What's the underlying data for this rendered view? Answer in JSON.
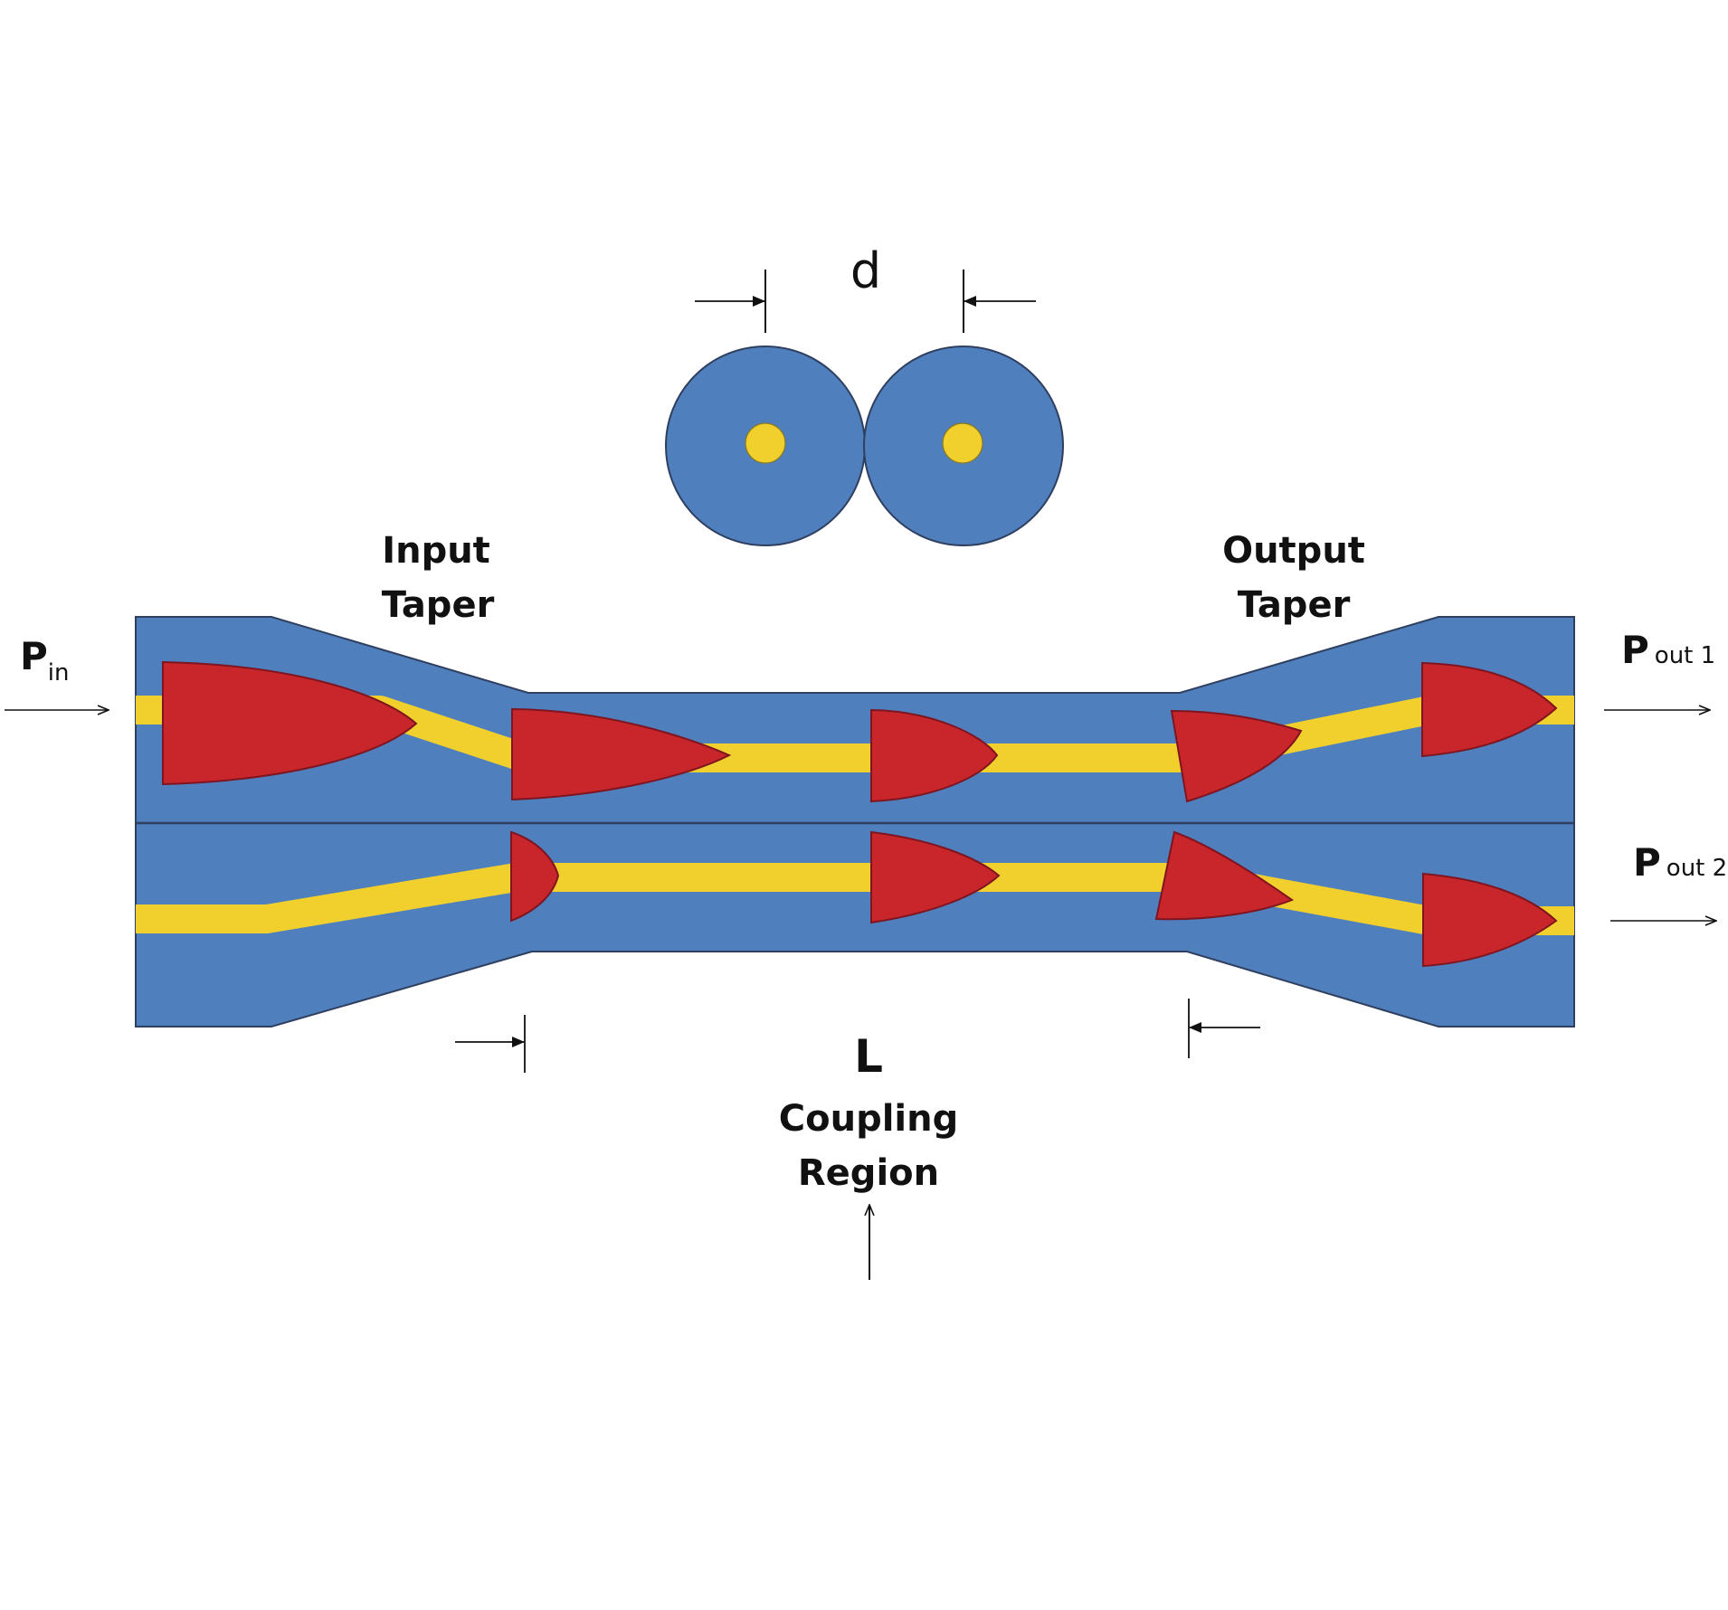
{
  "labels": {
    "d": "d",
    "p_in_main": "P",
    "p_in_sub": "in",
    "p_out1_main": "P",
    "p_out1_sub": "out 1",
    "p_out2_main": "P",
    "p_out2_sub": "out 2",
    "input_taper_line1": "Input",
    "input_taper_line2": "Taper",
    "output_taper_line1": "Output",
    "output_taper_line2": "Taper",
    "length": "L",
    "coupling_line1": "Coupling",
    "coupling_line2": "Region"
  },
  "colors": {
    "cladding": "#4f7fbd",
    "core": "#f1cf2c",
    "power_pulse": "#c8262a",
    "outline": "#2f3f5f",
    "text": "#111111"
  }
}
